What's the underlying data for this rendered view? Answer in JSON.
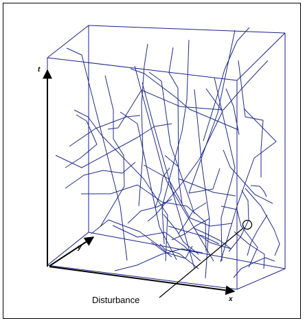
{
  "figure": {
    "axis_labels": {
      "t": "t",
      "y": "y",
      "x": "x"
    },
    "annotation": "Disturbance",
    "colors": {
      "box": "#1a1f8c",
      "trajectories": "#1f2a8c",
      "axes": "#000000",
      "background": "#ffffff"
    }
  }
}
